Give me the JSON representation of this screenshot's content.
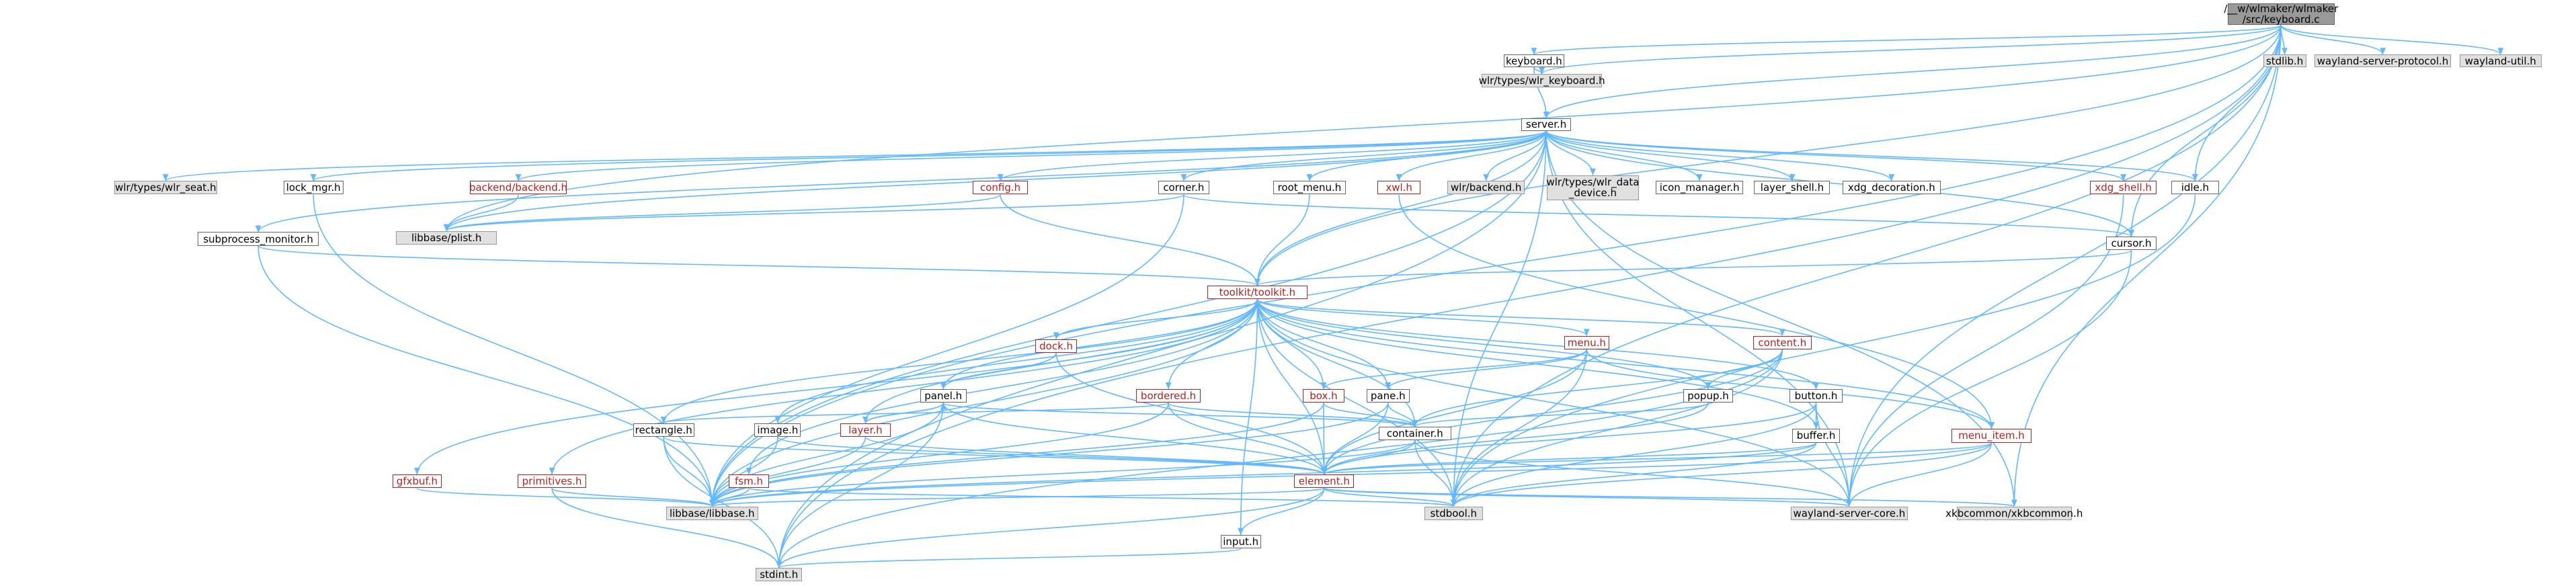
{
  "colors": {
    "edge": "#63b8ff",
    "node_border": "#666666",
    "external_fill": "#e0e0e0",
    "root_fill": "#999999",
    "truncated_border": "#b22222"
  },
  "nodes": [
    {
      "id": "root",
      "label": "/__w/wlmaker/wlmaker\n/src/keyboard.c",
      "style": "root"
    },
    {
      "id": "keyboard",
      "label": "keyboard.h",
      "style": "white"
    },
    {
      "id": "stdlib",
      "label": "stdlib.h",
      "style": "gray"
    },
    {
      "id": "wlsp",
      "label": "wayland-server-protocol.h",
      "style": "gray"
    },
    {
      "id": "wlutil",
      "label": "wayland-util.h",
      "style": "gray"
    },
    {
      "id": "wlrkbd",
      "label": "wlr/types/wlr_keyboard.h",
      "style": "gray"
    },
    {
      "id": "server",
      "label": "server.h",
      "style": "white"
    },
    {
      "id": "wlrseat",
      "label": "wlr/types/wlr_seat.h",
      "style": "gray"
    },
    {
      "id": "lockmgr",
      "label": "lock_mgr.h",
      "style": "white"
    },
    {
      "id": "backend",
      "label": "backend/backend.h",
      "style": "red"
    },
    {
      "id": "config",
      "label": "config.h",
      "style": "red"
    },
    {
      "id": "corner",
      "label": "corner.h",
      "style": "white"
    },
    {
      "id": "rootmenu",
      "label": "root_menu.h",
      "style": "white"
    },
    {
      "id": "xwl",
      "label": "xwl.h",
      "style": "red"
    },
    {
      "id": "wlrbackend",
      "label": "wlr/backend.h",
      "style": "gray"
    },
    {
      "id": "wlrdata",
      "label": "wlr/types/wlr_data\n_device.h",
      "style": "gray"
    },
    {
      "id": "iconmgr",
      "label": "icon_manager.h",
      "style": "white"
    },
    {
      "id": "layershell",
      "label": "layer_shell.h",
      "style": "white"
    },
    {
      "id": "xdgdeco",
      "label": "xdg_decoration.h",
      "style": "white"
    },
    {
      "id": "xdgshell",
      "label": "xdg_shell.h",
      "style": "red"
    },
    {
      "id": "idle",
      "label": "idle.h",
      "style": "white"
    },
    {
      "id": "subproc",
      "label": "subprocess_monitor.h",
      "style": "white"
    },
    {
      "id": "plist",
      "label": "libbase/plist.h",
      "style": "gray"
    },
    {
      "id": "cursor",
      "label": "cursor.h",
      "style": "white"
    },
    {
      "id": "toolkit",
      "label": "toolkit/toolkit.h",
      "style": "red"
    },
    {
      "id": "dock",
      "label": "dock.h",
      "style": "red"
    },
    {
      "id": "menu",
      "label": "menu.h",
      "style": "red"
    },
    {
      "id": "content",
      "label": "content.h",
      "style": "red"
    },
    {
      "id": "panel",
      "label": "panel.h",
      "style": "white"
    },
    {
      "id": "bordered",
      "label": "bordered.h",
      "style": "red"
    },
    {
      "id": "box",
      "label": "box.h",
      "style": "red"
    },
    {
      "id": "pane",
      "label": "pane.h",
      "style": "white"
    },
    {
      "id": "popup",
      "label": "popup.h",
      "style": "white"
    },
    {
      "id": "button",
      "label": "button.h",
      "style": "white"
    },
    {
      "id": "rectangle",
      "label": "rectangle.h",
      "style": "white"
    },
    {
      "id": "image",
      "label": "image.h",
      "style": "white"
    },
    {
      "id": "layer",
      "label": "layer.h",
      "style": "red"
    },
    {
      "id": "container",
      "label": "container.h",
      "style": "white"
    },
    {
      "id": "buffer",
      "label": "buffer.h",
      "style": "white"
    },
    {
      "id": "menuitem",
      "label": "menu_item.h",
      "style": "red"
    },
    {
      "id": "gfxbuf",
      "label": "gfxbuf.h",
      "style": "red"
    },
    {
      "id": "primitives",
      "label": "primitives.h",
      "style": "red"
    },
    {
      "id": "fsm",
      "label": "fsm.h",
      "style": "red"
    },
    {
      "id": "element",
      "label": "element.h",
      "style": "red"
    },
    {
      "id": "libbase",
      "label": "libbase/libbase.h",
      "style": "gray"
    },
    {
      "id": "input",
      "label": "input.h",
      "style": "white"
    },
    {
      "id": "stdbool",
      "label": "stdbool.h",
      "style": "gray"
    },
    {
      "id": "wlcore",
      "label": "wayland-server-core.h",
      "style": "gray"
    },
    {
      "id": "xkb",
      "label": "xkbcommon/xkbcommon.h",
      "style": "gray"
    },
    {
      "id": "stdint",
      "label": "stdint.h",
      "style": "gray"
    }
  ]
}
